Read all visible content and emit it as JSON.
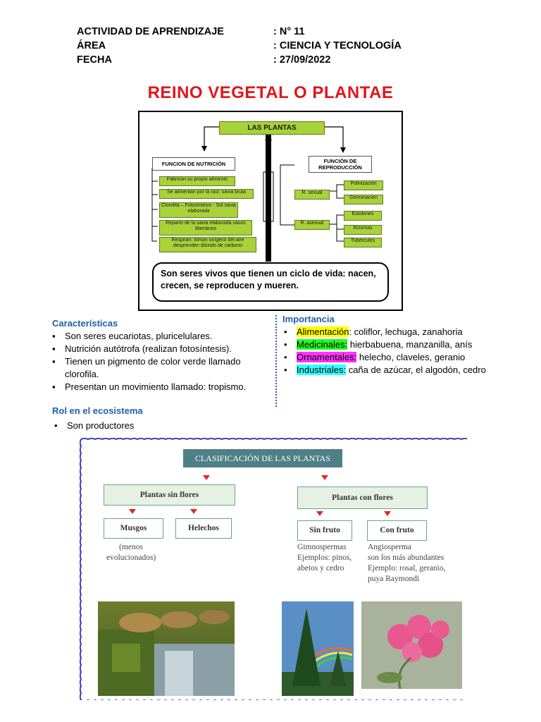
{
  "header": {
    "rows": [
      {
        "label": "ACTIVIDAD DE APRENDIZAJE",
        "value": ": N° 11"
      },
      {
        "label": "ÁREA",
        "value": ": CIENCIA Y TECNOLOGÍA"
      },
      {
        "label": "FECHA",
        "value": ": 27/09/2022"
      }
    ]
  },
  "title": "REINO VEGETAL O PLANTAE",
  "diagram1": {
    "root": "LAS PLANTAS",
    "nutricion": "FUNCION DE NUTRICIÓN",
    "reproduccion": "FUNCIÓN DE REPRODUCCIÓN",
    "nutricion_items": [
      "Fabrican su propio alimento",
      "Se alimentan por la raíz: savia bruta",
      "Clorofila – Fotosíntesis - Sol savia elaborada",
      "Reparto de la savia elaborada vasos liberianos",
      "Respiran: toman oxígeno del aire desprenden dióxido de carbono"
    ],
    "sexual": "R. sexual",
    "sexual_items": [
      "Polinización",
      "Germinación"
    ],
    "asexual": "R. asexual",
    "asexual_items": [
      "Estolones",
      "Rizomas",
      "Tubérculos"
    ],
    "summary": "Son seres vivos que tienen un ciclo de vida: nacen, crecen, se reproducen y mueren."
  },
  "caracteristicas": {
    "title": "Características",
    "bullet": "▪",
    "items": [
      "Son seres eucariotas, pluricelulares.",
      "Nutrición autótrofa (realizan fotosíntesis).",
      "Tienen un pigmento de color verde llamado clorofila.",
      "Presentan un movimiento llamado: tropismo."
    ]
  },
  "importancia": {
    "title": "Importancia",
    "bullet": "•",
    "items": [
      {
        "key": "Alimentación",
        "sep": ":",
        "text": " coliflor, lechuga, zanahoria",
        "color": "#ffff00"
      },
      {
        "key": "Medicinales:",
        "sep": "",
        "text": " hierbabuena, manzanilla, anís",
        "color": "#22ff22"
      },
      {
        "key": "Ornamentales:",
        "sep": "",
        "text": " helecho, claveles, geranio",
        "color": "#ff33ff"
      },
      {
        "key": "Industriales:",
        "sep": "",
        "text": " caña de azúcar, el algodón, cedro",
        "color": "#33ffff"
      }
    ]
  },
  "rol": {
    "title": "Rol en el ecosistema",
    "bullet": "•",
    "items": [
      "Son productores"
    ]
  },
  "diagram2": {
    "title": "CLASIFICACIÓN DE LAS PLANTAS",
    "sin_flores": "Plantas sin flores",
    "con_flores": "Plantas con flores",
    "musgos": "Musgos",
    "helechos": "Helechos",
    "sin_fruto": "Sin fruto",
    "con_fruto": "Con fruto",
    "musgos_note": [
      "(menos",
      "evolucionados)"
    ],
    "sin_fruto_note": [
      "Gimnospermas",
      "Ejemplos: pinos,",
      "abetos y cedro"
    ],
    "con_fruto_note": [
      "Angiosperma",
      "son los más abundantes",
      "Ejemplo: rosal, geranio,",
      "puya Raymondi"
    ]
  }
}
